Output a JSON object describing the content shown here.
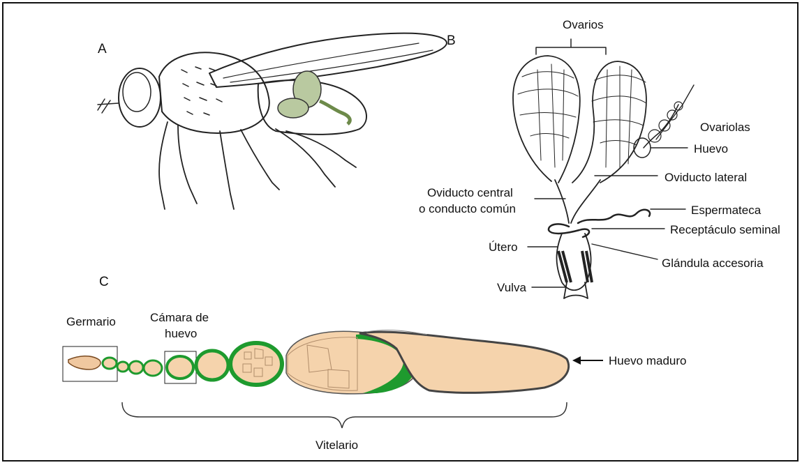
{
  "panels": {
    "a": "A",
    "b": "B",
    "c": "C"
  },
  "panel_b": {
    "ovarios": "Ovarios",
    "ovariolas": "Ovariolas",
    "huevo": "Huevo",
    "oviducto_lateral": "Oviducto lateral",
    "oviducto_central_1": "Oviducto central",
    "oviducto_central_2": "o conducto común",
    "espermateca": "Espermateca",
    "receptaculo": "Receptáculo seminal",
    "utero": "Útero",
    "glandula": "Glándula accesoria",
    "vulva": "Vulva"
  },
  "panel_c": {
    "germario": "Germario",
    "camara_1": "Cámara de",
    "camara_2": "huevo",
    "huevo_maduro": "Huevo maduro",
    "vitelario": "Vitelario"
  },
  "colors": {
    "ovary_green": "#b9c9a0",
    "follicle_green": "#1e9a2e",
    "yolk": "#f5d3ac",
    "dark_outline": "#333333"
  }
}
